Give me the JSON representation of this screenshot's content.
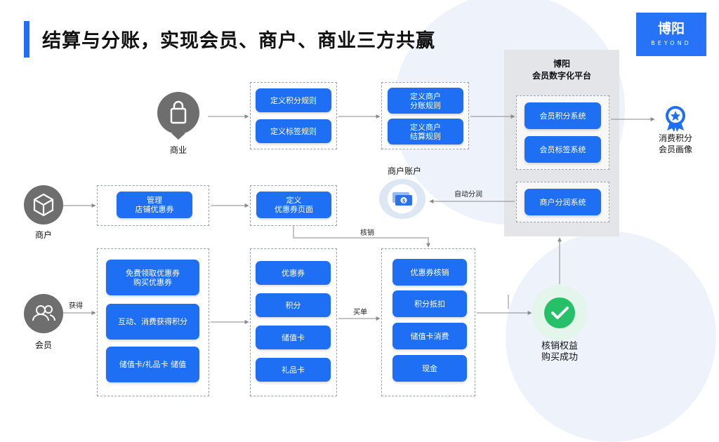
{
  "title": "结算与分账，实现会员、商户、商业三方共赢",
  "logo": {
    "main": "博阳",
    "sub": "BEYOND"
  },
  "actors": {
    "commerce": "商业",
    "merchant": "商户",
    "member": "会员"
  },
  "rules": {
    "points_rule": "定义积分规则",
    "tag_rule": "定义标签规则",
    "split_rule": "定义商户\n分账规则",
    "settle_rule": "定义商户\n结算规则"
  },
  "merchant_flow": {
    "manage_coupon": "管理\n店铺优惠券",
    "define_coupon_page": "定义\n优惠券页面"
  },
  "member_obtain": {
    "coupon": "免费领取优惠券\n购买优惠券",
    "points": "互动、消费获得积分",
    "card": "储值卡/礼品卡  储值"
  },
  "assets": [
    "优惠券",
    "积分",
    "储值卡",
    "礼品卡"
  ],
  "payments": [
    "优惠券核销",
    "积分抵扣",
    "储值卡消费",
    "现金"
  ],
  "platform": {
    "title": "博阳\n会员数字化平台",
    "points_system": "会员积分系统",
    "tag_system": "会员标签系统",
    "split_system": "商户分润系统"
  },
  "edge_labels": {
    "auto_split": "自动分润",
    "verify": "核销",
    "obtain": "获得",
    "buy": "买单"
  },
  "outputs": {
    "merchant_account": "商户账户",
    "portrait": "消费积分\n会员画像",
    "success": "核销权益\n购买成功"
  },
  "colors": {
    "accent": "#1f6ff5",
    "grey_icon": "#6e6e6e",
    "success": "#26c068"
  },
  "icons": [
    "shopping-bag-icon",
    "cube-icon",
    "people-icon",
    "money-icon",
    "medal-icon",
    "checkmark-icon"
  ]
}
